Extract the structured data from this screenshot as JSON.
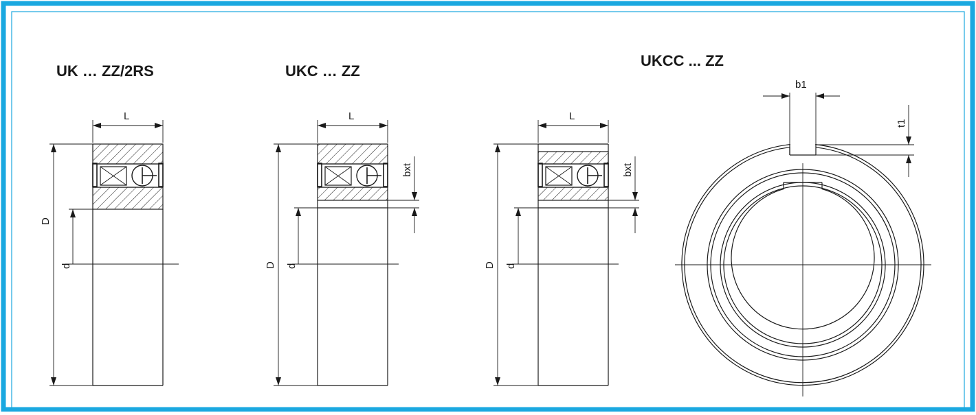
{
  "frame": {
    "border_color": "#1aa8e0"
  },
  "views": [
    {
      "title": "UK … ZZ/2RS",
      "labels": {
        "width": "L",
        "outer_d": "D",
        "inner_d": "d"
      }
    },
    {
      "title": "UKC … ZZ",
      "labels": {
        "width": "L",
        "outer_d": "D",
        "inner_d": "d",
        "keyway": "bxt"
      }
    },
    {
      "title": "UKCC ... ZZ",
      "labels": {
        "width": "L",
        "outer_d": "D",
        "inner_d": "d",
        "keyway": "bxt"
      }
    }
  ],
  "end_view": {
    "labels": {
      "key_width": "b1",
      "key_depth": "t1"
    }
  }
}
